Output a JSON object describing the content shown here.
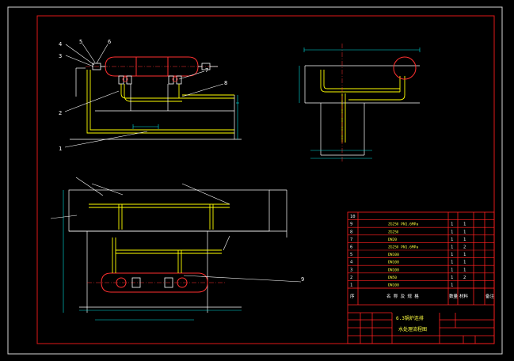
{
  "colors": {
    "background": "#000000",
    "frame": "#d8d8d8",
    "border": "#e01818",
    "line": "#ffffff",
    "pipe": "#ffff00",
    "dimension": "#00e0e0",
    "center": "#ff3030",
    "title_block": "#ff2020",
    "label": "#ffff40"
  },
  "callouts": {
    "front": [
      "1",
      "2",
      "3",
      "4",
      "5",
      "6",
      "7",
      "8"
    ],
    "plan": [
      "9"
    ]
  },
  "bom_rows": [
    {
      "no": "10",
      "desc": "",
      "qty": "",
      "mat": "",
      "note": ""
    },
    {
      "no": "9",
      "desc": "ZG25Ⅱ PN1.6MPa",
      "qty": "1",
      "mat": "1",
      "note": ""
    },
    {
      "no": "8",
      "desc": "ZG25Ⅱ",
      "qty": "1",
      "mat": "1",
      "note": ""
    },
    {
      "no": "7",
      "desc": "DN20",
      "qty": "1",
      "mat": "1",
      "note": ""
    },
    {
      "no": "6",
      "desc": "ZG25Ⅱ PN1.6MPa",
      "qty": "1",
      "mat": "2",
      "note": ""
    },
    {
      "no": "5",
      "desc": "DN100",
      "qty": "1",
      "mat": "1",
      "note": ""
    },
    {
      "no": "4",
      "desc": "DN100",
      "qty": "1",
      "mat": "1",
      "note": ""
    },
    {
      "no": "3",
      "desc": "DN100",
      "qty": "1",
      "mat": "1",
      "note": ""
    },
    {
      "no": "2",
      "desc": "DN50",
      "qty": "1",
      "mat": "2",
      "note": ""
    },
    {
      "no": "1",
      "desc": "DN100",
      "qty": "1",
      "mat": "",
      "note": ""
    }
  ],
  "bom_header": [
    "序",
    "名 称 及 规 格",
    "数量",
    "材料",
    "备注"
  ],
  "title_block": {
    "project": "6.3锅炉连排",
    "drawing_title": "水处理流程图"
  }
}
